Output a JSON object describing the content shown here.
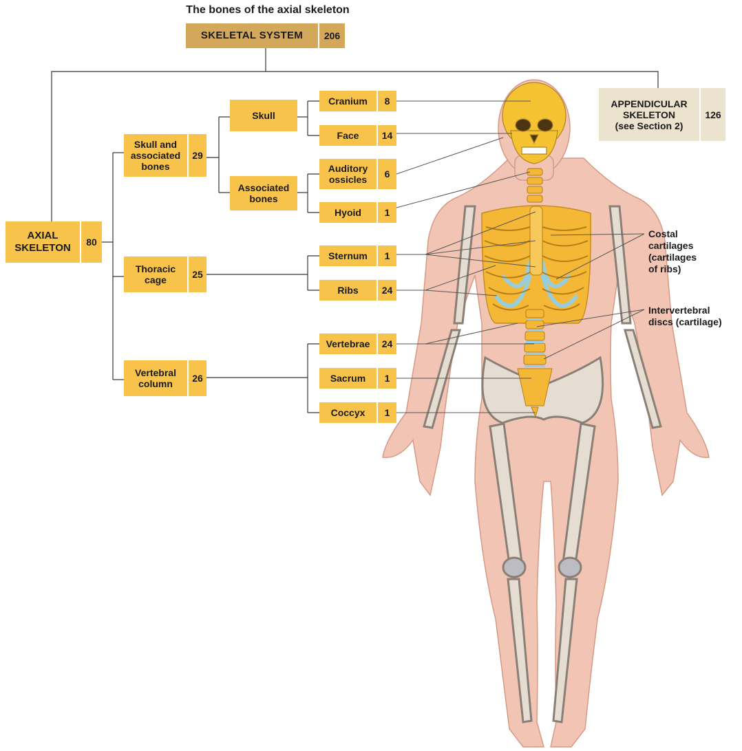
{
  "title": "The bones of the axial skeleton",
  "skeletal_system": {
    "label": "SKELETAL SYSTEM",
    "count": "206"
  },
  "axial": {
    "label_line1": "AXIAL",
    "label_line2": "SKELETON",
    "count": "80"
  },
  "appendicular": {
    "label_line1": "APPENDICULAR",
    "label_line2": "SKELETON",
    "label_line3": "(see Section 2)",
    "count": "126"
  },
  "skull_assoc": {
    "label_line1": "Skull and",
    "label_line2": "associated",
    "label_line3": "bones",
    "count": "29"
  },
  "thoracic": {
    "label_line1": "Thoracic",
    "label_line2": "cage",
    "count": "25"
  },
  "vertebral": {
    "label_line1": "Vertebral",
    "label_line2": "column",
    "count": "26"
  },
  "skull": {
    "label": "Skull"
  },
  "associated": {
    "label_line1": "Associated",
    "label_line2": "bones"
  },
  "cranium": {
    "label": "Cranium",
    "count": "8"
  },
  "face": {
    "label": "Face",
    "count": "14"
  },
  "auditory": {
    "label_line1": "Auditory",
    "label_line2": "ossicles",
    "count": "6"
  },
  "hyoid": {
    "label": "Hyoid",
    "count": "1"
  },
  "sternum": {
    "label": "Sternum",
    "count": "1"
  },
  "ribs": {
    "label": "Ribs",
    "count": "24"
  },
  "vertebrae": {
    "label": "Vertebrae",
    "count": "24"
  },
  "sacrum": {
    "label": "Sacrum",
    "count": "1"
  },
  "coccyx": {
    "label": "Coccyx",
    "count": "1"
  },
  "costal": {
    "line1": "Costal",
    "line2": "cartilages",
    "line3": "(cartilages",
    "line4": "of ribs)"
  },
  "intervertebral": {
    "line1": "Intervertebral",
    "line2": "discs (cartilage)"
  },
  "colors": {
    "box": "#f7c34a",
    "top_box": "#d3a85a",
    "appendicular_box": "#ece3cf",
    "bone": "#f5b836",
    "cartilage": "#9cc8e0",
    "skin": "#f1c4b4"
  }
}
